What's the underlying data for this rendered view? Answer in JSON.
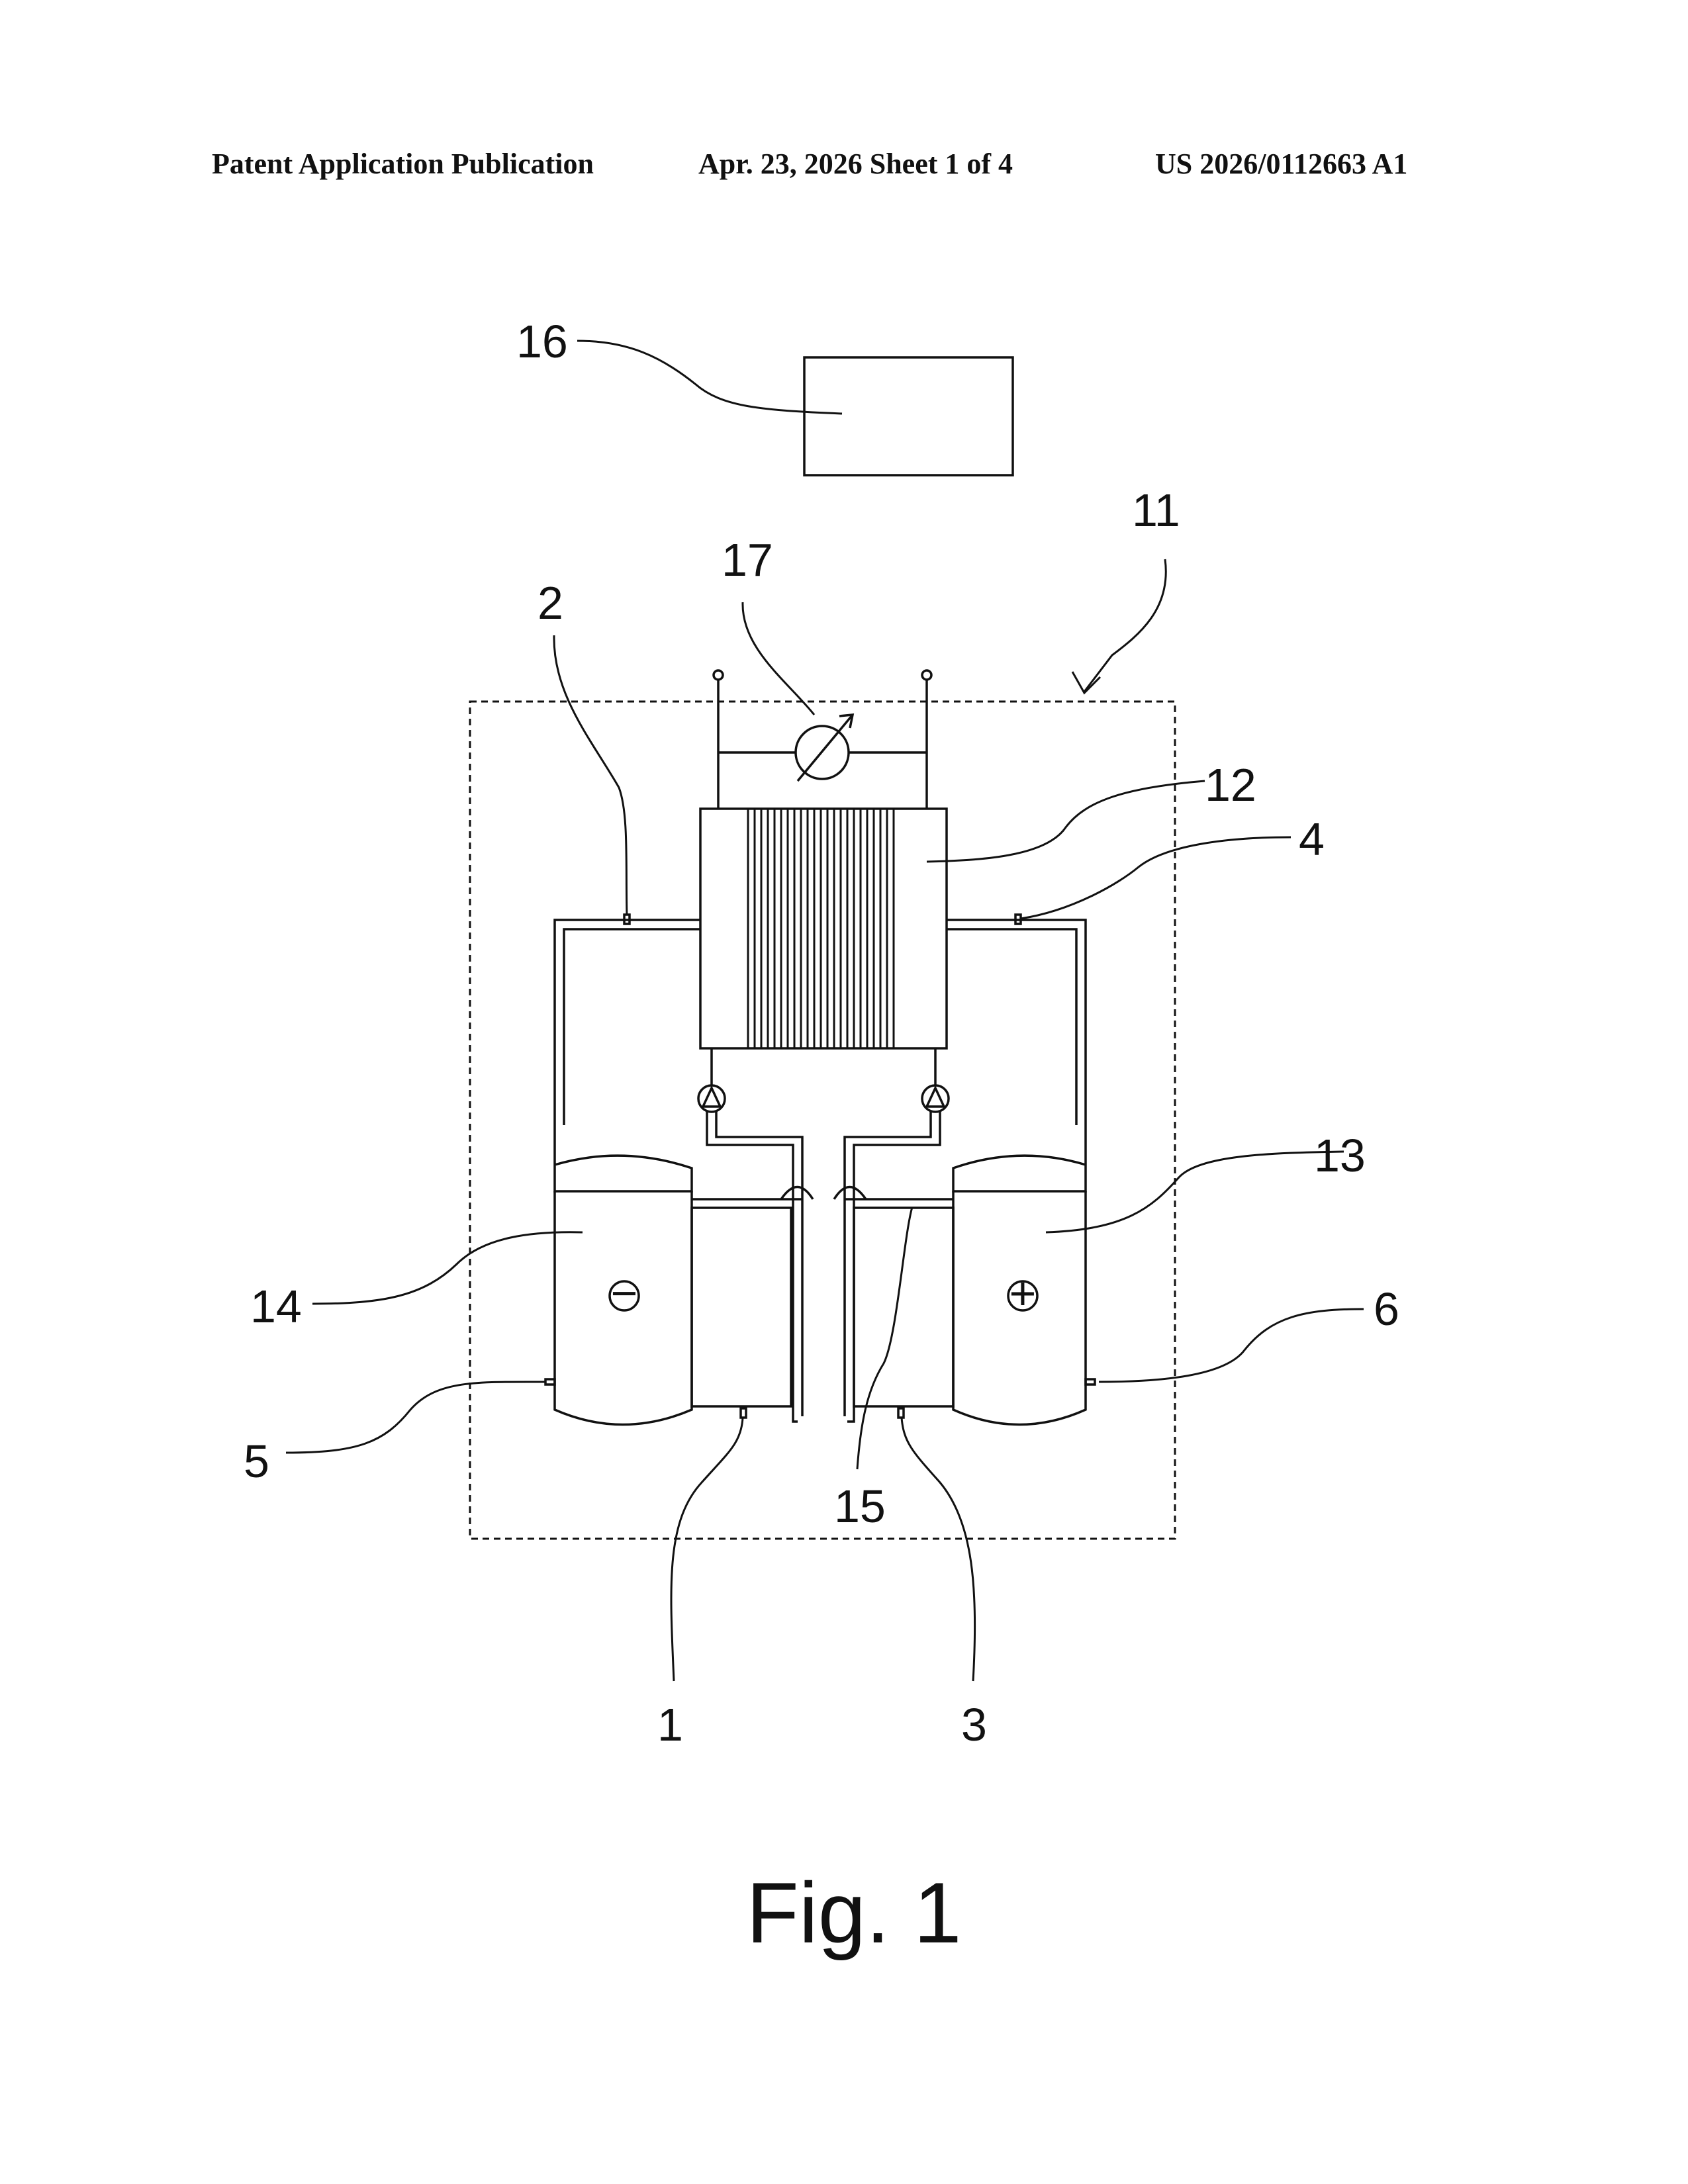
{
  "header": {
    "publication": "Patent Application Publication",
    "date_sheet": "Apr. 23, 2026  Sheet 1 of 4",
    "number": "US 2026/0112663 A1"
  },
  "figure": {
    "caption": "Fig. 1",
    "refs": {
      "r1": "1",
      "r2": "2",
      "r3": "3",
      "r4": "4",
      "r5": "5",
      "r6": "6",
      "r11": "11",
      "r12": "12",
      "r13": "13",
      "r14": "14",
      "r15": "15",
      "r16": "16",
      "r17": "17"
    },
    "symbols": {
      "negative": "−",
      "positive": "+"
    }
  }
}
